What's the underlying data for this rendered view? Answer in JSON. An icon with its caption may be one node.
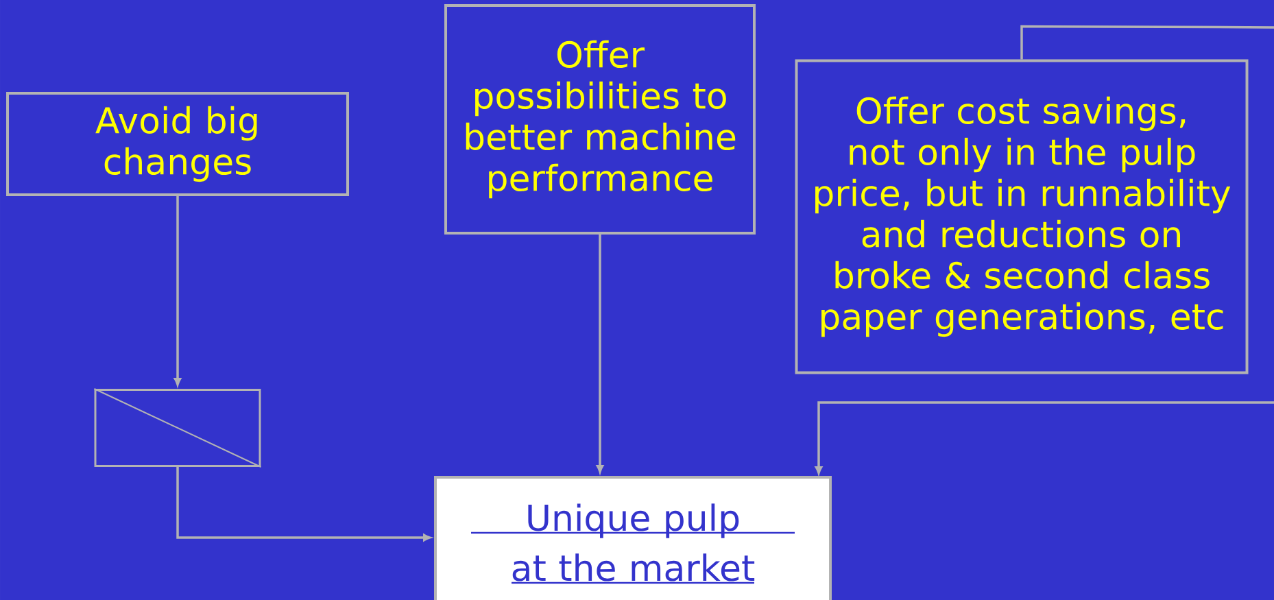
{
  "diagram": {
    "nodes": [
      {
        "text": [
          "Avoid big changes"
        ]
      },
      {
        "text": [
          "Offer possibilities to better machine performance"
        ]
      },
      {
        "text": [
          "Offer cost savings, not only in the pulp price, but in runnability and reductions on broke & second class paper generations, etc"
        ]
      },
      {
        "text": [],
        "shape": "box"
      },
      {
        "text": [
          "Unique pulp at the market"
        ]
      }
    ],
    "edges": [
      {
        "from": 0,
        "to": 3,
        "arrow": "to"
      },
      {
        "from": 3,
        "to": 4,
        "arrow": "to"
      },
      {
        "from": 1,
        "to": 4,
        "arrow": "to"
      },
      {
        "from": 2,
        "to": 4,
        "arrow": "to"
      }
    ]
  }
}
